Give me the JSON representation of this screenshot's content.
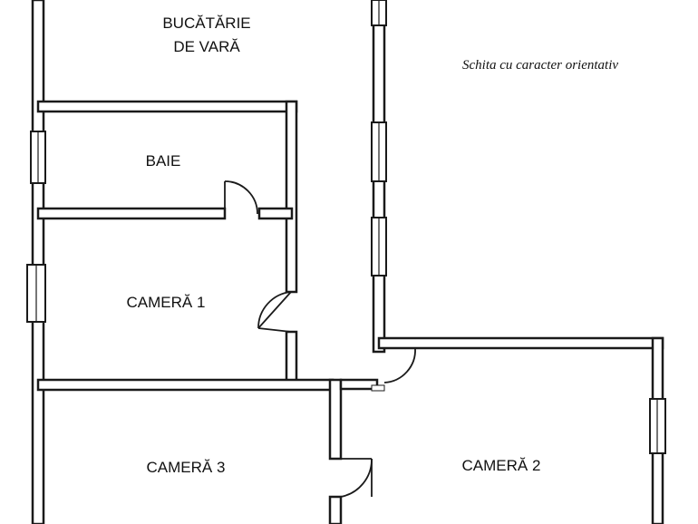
{
  "note": "Schita cu caracter orientativ",
  "rooms": {
    "summer_kitchen_line1": "BUCĂTĂRIE",
    "summer_kitchen_line2": "DE VARĂ",
    "bathroom": "BAIE",
    "room1": "CAMERĂ 1",
    "room2": "CAMERĂ 2",
    "room3": "CAMERĂ 3"
  },
  "colors": {
    "wall_stroke": "#1a1a1a",
    "hatch": "#8a8a8a",
    "background": "#ffffff"
  }
}
